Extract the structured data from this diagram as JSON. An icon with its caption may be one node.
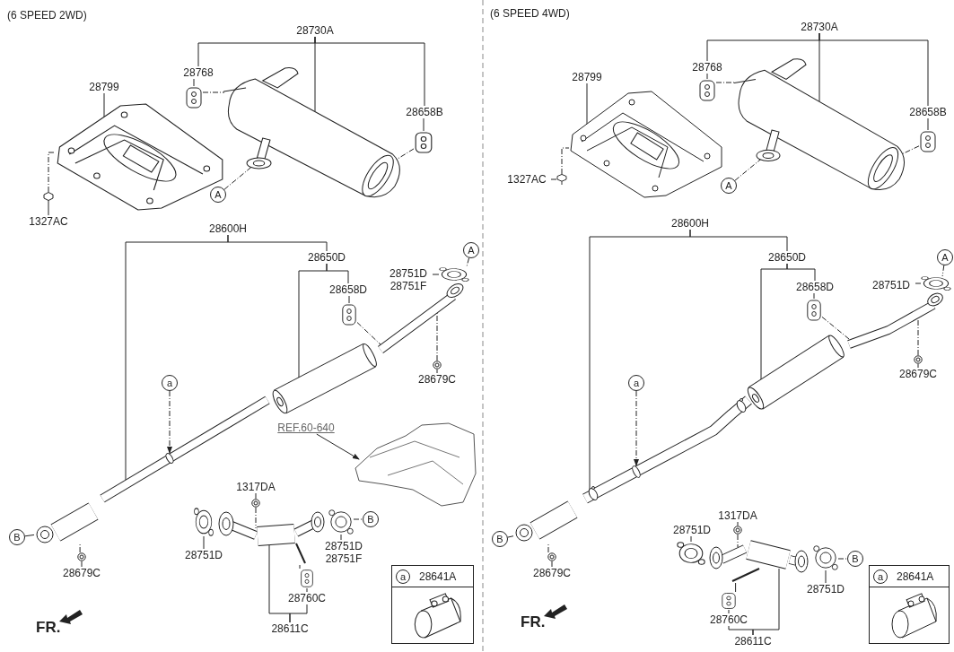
{
  "diagram": {
    "nodes": [
      {
        "text": [
          "28730A"
        ]
      },
      {
        "text": [
          "28768"
        ]
      },
      {
        "text": [
          "28799"
        ]
      },
      {
        "text": [],
        "shape": "picture"
      },
      {
        "text": [],
        "shape": "picture"
      },
      {
        "text": [
          "28658B"
        ]
      },
      {
        "text": [],
        "shape": "picture"
      },
      {
        "text": [],
        "shape": "picture"
      },
      {
        "text": [],
        "shape": "picture"
      },
      {
        "text": [
          "A"
        ]
      },
      {
        "text": [
          "1327AC"
        ]
      },
      {
        "text": [
          "28600H"
        ]
      },
      {
        "text": [
          "28650D"
        ]
      },
      {
        "text": [
          "28751D",
          "28751F"
        ]
      },
      {
        "text": [
          "A"
        ]
      },
      {
        "text": [
          "28658D"
        ]
      },
      {
        "text": [],
        "shape": "picture"
      },
      {
        "text": [],
        "shape": "picture"
      },
      {
        "text": [],
        "shape": "picture"
      },
      {
        "text": [],
        "shape": "picture"
      },
      {
        "text": [
          "a"
        ]
      },
      {
        "text": [
          "REF.60-640"
        ]
      },
      {
        "text": [],
        "shape": "picture"
      },
      {
        "text": [],
        "shape": "picture"
      },
      {
        "text": [],
        "shape": "picture"
      },
      {
        "text": [
          "28679C"
        ]
      },
      {
        "text": [
          "1317DA"
        ]
      },
      {
        "text": [],
        "shape": "picture"
      },
      {
        "text": [],
        "shape": "picture"
      },
      {
        "text": [],
        "shape": "picture"
      },
      {
        "text": [],
        "shape": "picture"
      },
      {
        "text": [],
        "shape": "picture"
      },
      {
        "text": [
          "B"
        ]
      },
      {
        "text": [
          "B"
        ]
      },
      {
        "text": [],
        "shape": "picture"
      },
      {
        "text": [
          "28679C"
        ]
      },
      {
        "text": [
          "28751D"
        ]
      },
      {
        "text": [
          "28751D",
          "28751F"
        ]
      },
      {
        "text": [],
        "shape": "picture"
      },
      {
        "text": [
          "28760C"
        ]
      },
      {
        "text": [
          "28611C"
        ]
      },
      {
        "text": [
          "28641A"
        ]
      },
      {
        "text": [],
        "shape": "picture",
        "in": 41
      },
      {
        "text": [
          "28730A"
        ]
      },
      {
        "text": [
          "28768"
        ]
      },
      {
        "text": [
          "28799"
        ]
      },
      {
        "text": [],
        "shape": "picture"
      },
      {
        "text": [],
        "shape": "picture"
      },
      {
        "text": [
          "28658B"
        ]
      },
      {
        "text": [],
        "shape": "picture"
      },
      {
        "text": [],
        "shape": "picture"
      },
      {
        "text": [],
        "shape": "picture"
      },
      {
        "text": [
          "A"
        ]
      },
      {
        "text": [
          "1327AC"
        ]
      },
      {
        "text": [
          "28600H"
        ]
      },
      {
        "text": [
          "28650D"
        ]
      },
      {
        "text": [
          "28751D"
        ]
      },
      {
        "text": [
          "A"
        ]
      },
      {
        "text": [
          "28658D"
        ]
      },
      {
        "text": [],
        "shape": "picture"
      },
      {
        "text": [],
        "shape": "picture"
      },
      {
        "text": [],
        "shape": "picture"
      },
      {
        "text": [],
        "shape": "picture"
      },
      {
        "text": [
          "a"
        ]
      },
      {
        "text": [],
        "shape": "picture"
      },
      {
        "text": [],
        "shape": "picture"
      },
      {
        "text": [
          "28679C"
        ]
      },
      {
        "text": [
          "1317DA"
        ]
      },
      {
        "text": [],
        "shape": "picture"
      },
      {
        "text": [],
        "shape": "picture"
      },
      {
        "text": [],
        "shape": "picture"
      },
      {
        "text": [],
        "shape": "picture"
      },
      {
        "text": [],
        "shape": "picture"
      },
      {
        "text": [
          "B"
        ]
      },
      {
        "text": [
          "B"
        ]
      },
      {
        "text": [],
        "shape": "picture"
      },
      {
        "text": [
          "28679C"
        ]
      },
      {
        "text": [
          "28751D"
        ]
      },
      {
        "text": [
          "28751D"
        ]
      },
      {
        "text": [],
        "shape": "picture"
      },
      {
        "text": [
          "28760C"
        ]
      },
      {
        "text": [
          "28611C"
        ]
      },
      {
        "text": [
          "28641A"
        ]
      },
      {
        "text": [],
        "shape": "picture",
        "in": 82
      },
      {
        "text": [
          "a"
        ],
        "in": 41
      },
      {
        "text": [
          "a"
        ],
        "in": 82
      }
    ],
    "edges": [
      {
        "from": 0,
        "to": 1,
        "arrow": "none"
      },
      {
        "from": 0,
        "to": 4,
        "arrow": "none"
      },
      {
        "from": 0,
        "to": 5,
        "arrow": "none"
      },
      {
        "from": 1,
        "to": 3,
        "arrow": "none"
      },
      {
        "from": 3,
        "to": 4,
        "arrow": "none",
        "style": "dashed"
      },
      {
        "from": 2,
        "to": 6,
        "arrow": "none"
      },
      {
        "from": 5,
        "to": 7,
        "arrow": "none"
      },
      {
        "from": 7,
        "to": 4,
        "arrow": "none",
        "style": "dashed"
      },
      {
        "from": 8,
        "to": 6,
        "arrow": "none",
        "style": "dashed"
      },
      {
        "from": 10,
        "to": 8,
        "arrow": "none"
      },
      {
        "from": 9,
        "to": 4,
        "arrow": "none",
        "style": "dashed"
      },
      {
        "from": 11,
        "to": 22,
        "arrow": "none"
      },
      {
        "from": 11,
        "to": 12,
        "arrow": "none"
      },
      {
        "from": 12,
        "to": 19,
        "arrow": "none"
      },
      {
        "from": 12,
        "to": 15,
        "arrow": "none"
      },
      {
        "from": 15,
        "to": 17,
        "arrow": "none"
      },
      {
        "from": 17,
        "to": 18,
        "arrow": "none",
        "style": "dashed"
      },
      {
        "from": 13,
        "to": 16,
        "arrow": "none"
      },
      {
        "from": 14,
        "to": 16,
        "arrow": "none",
        "style": "dashed"
      },
      {
        "from": 24,
        "to": 18,
        "arrow": "none",
        "style": "dashed"
      },
      {
        "from": 25,
        "to": 24,
        "arrow": "none"
      },
      {
        "from": 20,
        "to": 22,
        "arrow": "to",
        "style": "dashed"
      },
      {
        "from": 21,
        "to": 23,
        "arrow": "to"
      },
      {
        "from": 26,
        "to": 30,
        "arrow": "none"
      },
      {
        "from": 30,
        "to": 29,
        "arrow": "none",
        "style": "dashed"
      },
      {
        "from": 36,
        "to": 28,
        "arrow": "none"
      },
      {
        "from": 37,
        "to": 31,
        "arrow": "none"
      },
      {
        "from": 31,
        "to": 32,
        "arrow": "none",
        "style": "dashed"
      },
      {
        "from": 33,
        "to": 27,
        "arrow": "none"
      },
      {
        "from": 34,
        "to": 27,
        "arrow": "none",
        "style": "dashed"
      },
      {
        "from": 35,
        "to": 34,
        "arrow": "none"
      },
      {
        "from": 38,
        "to": 29,
        "arrow": "none"
      },
      {
        "from": 39,
        "to": 38,
        "arrow": "none"
      },
      {
        "from": 40,
        "to": 29,
        "arrow": "none"
      },
      {
        "from": 40,
        "to": 39,
        "arrow": "none"
      },
      {
        "from": 43,
        "to": 44,
        "arrow": "none"
      },
      {
        "from": 43,
        "to": 47,
        "arrow": "none"
      },
      {
        "from": 43,
        "to": 48,
        "arrow": "none"
      },
      {
        "from": 44,
        "to": 46,
        "arrow": "none"
      },
      {
        "from": 46,
        "to": 47,
        "arrow": "none",
        "style": "dashed"
      },
      {
        "from": 45,
        "to": 49,
        "arrow": "none"
      },
      {
        "from": 48,
        "to": 50,
        "arrow": "none"
      },
      {
        "from": 50,
        "to": 47,
        "arrow": "none",
        "style": "dashed"
      },
      {
        "from": 51,
        "to": 49,
        "arrow": "none",
        "style": "dashed"
      },
      {
        "from": 53,
        "to": 51,
        "arrow": "none"
      },
      {
        "from": 52,
        "to": 47,
        "arrow": "none",
        "style": "dashed"
      },
      {
        "from": 54,
        "to": 64,
        "arrow": "none"
      },
      {
        "from": 54,
        "to": 55,
        "arrow": "none"
      },
      {
        "from": 55,
        "to": 62,
        "arrow": "none"
      },
      {
        "from": 55,
        "to": 58,
        "arrow": "none"
      },
      {
        "from": 58,
        "to": 60,
        "arrow": "none"
      },
      {
        "from": 60,
        "to": 61,
        "arrow": "none",
        "style": "dashed"
      },
      {
        "from": 56,
        "to": 59,
        "arrow": "none"
      },
      {
        "from": 57,
        "to": 59,
        "arrow": "none",
        "style": "dashed"
      },
      {
        "from": 65,
        "to": 61,
        "arrow": "none",
        "style": "dashed"
      },
      {
        "from": 66,
        "to": 65,
        "arrow": "none"
      },
      {
        "from": 63,
        "to": 64,
        "arrow": "to",
        "style": "dashed"
      },
      {
        "from": 67,
        "to": 71,
        "arrow": "none"
      },
      {
        "from": 71,
        "to": 70,
        "arrow": "none",
        "style": "dashed"
      },
      {
        "from": 77,
        "to": 69,
        "arrow": "none"
      },
      {
        "from": 78,
        "to": 72,
        "arrow": "none"
      },
      {
        "from": 72,
        "to": 73,
        "arrow": "none",
        "style": "dashed"
      },
      {
        "from": 74,
        "to": 68,
        "arrow": "none"
      },
      {
        "from": 75,
        "to": 68,
        "arrow": "none",
        "style": "dashed"
      },
      {
        "from": 76,
        "to": 75,
        "arrow": "none"
      },
      {
        "from": 79,
        "to": 70,
        "arrow": "none"
      },
      {
        "from": 80,
        "to": 79,
        "arrow": "none"
      },
      {
        "from": 81,
        "to": 70,
        "arrow": "none"
      },
      {
        "from": 81,
        "to": 80,
        "arrow": "none"
      }
    ],
    "labels": [
      "(6 SPEED 2WD)",
      "(6 SPEED 4WD)",
      "FR.",
      "FR."
    ]
  }
}
